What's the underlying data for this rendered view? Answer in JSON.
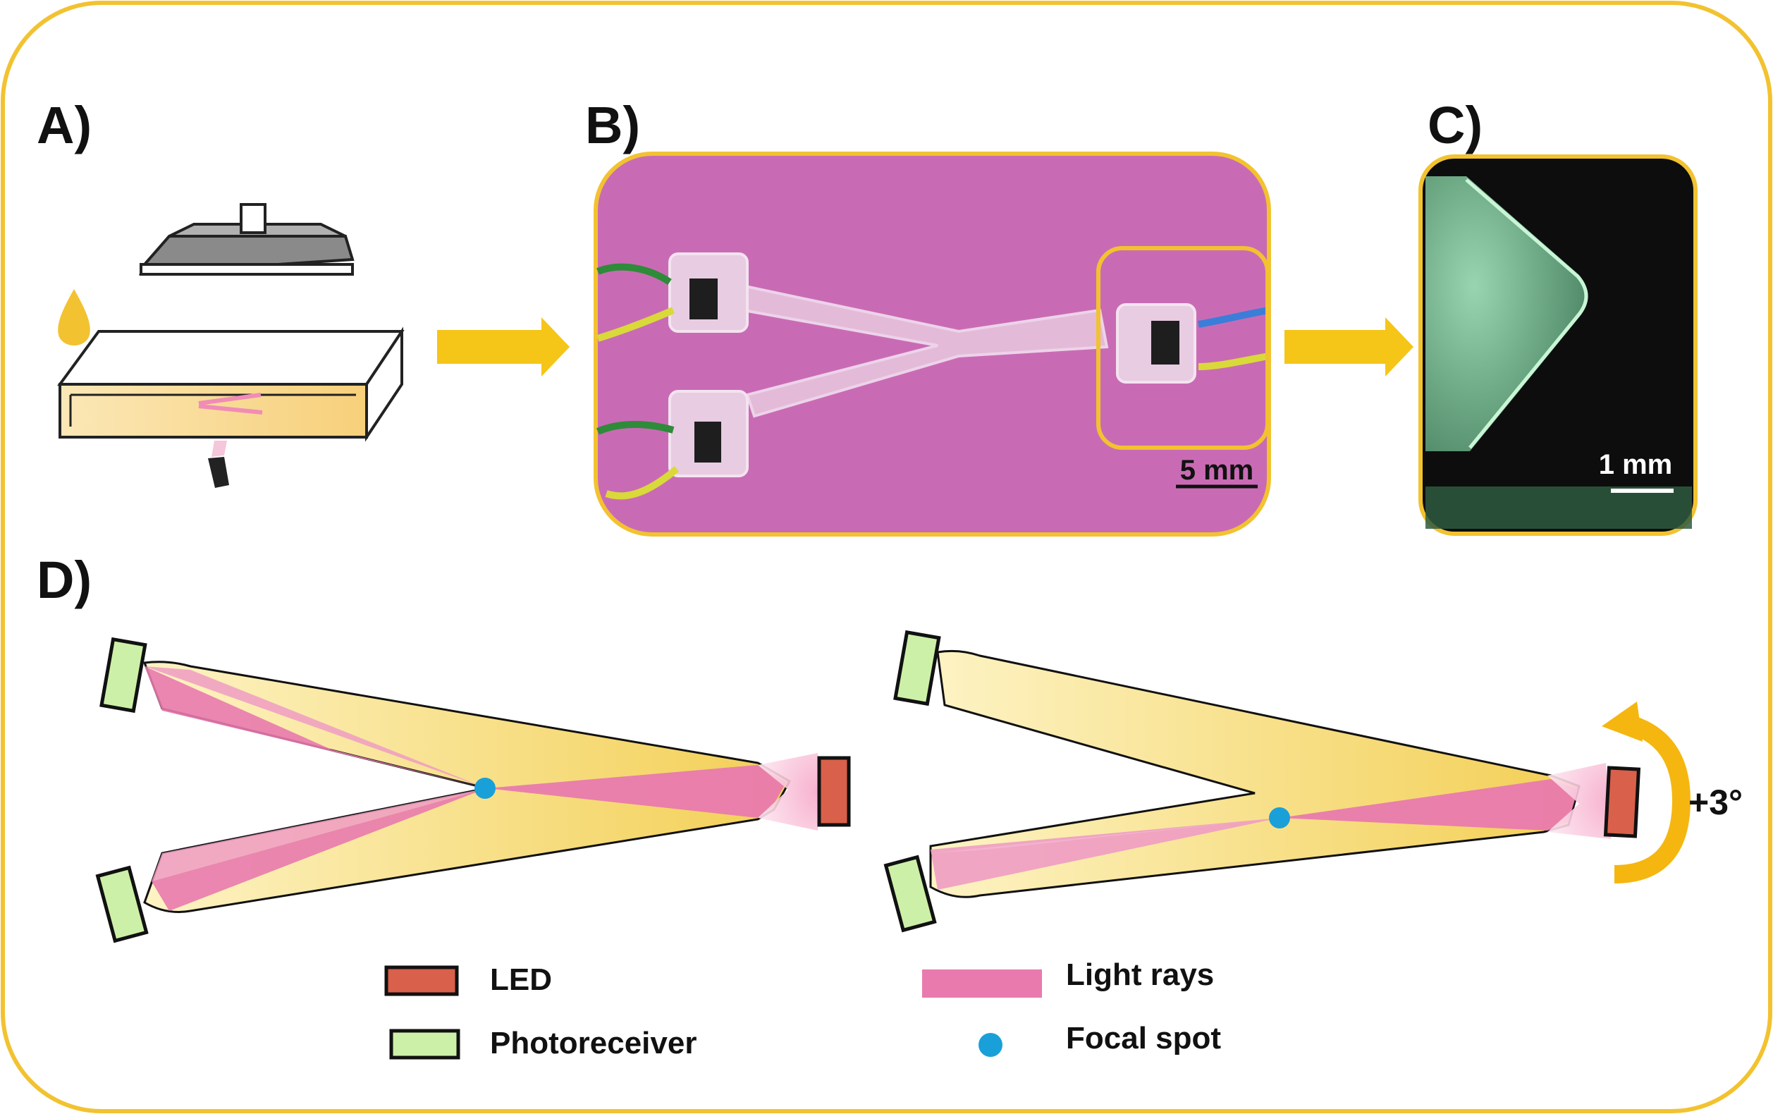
{
  "panels": {
    "a": {
      "label": "A)"
    },
    "b": {
      "label": "B)",
      "scale_bar": "5 mm"
    },
    "c": {
      "label": "C)",
      "scale_bar": "1 mm"
    },
    "d": {
      "label": "D)",
      "rotation_label": "+3°"
    }
  },
  "legend": {
    "led": "LED",
    "photoreceiver": "Photoreceiver",
    "light_rays": "Light rays",
    "focal_spot": "Focal spot"
  },
  "colors": {
    "frame": "#f2c230",
    "arrow": "#f5c518",
    "led": "#d9604a",
    "photoreceiver": "#cdf0a8",
    "light_rays": "#e87aae",
    "focal_spot": "#1aa0d8",
    "waveguide": "#f7dd7a",
    "photo_background": "#c96bb4"
  }
}
